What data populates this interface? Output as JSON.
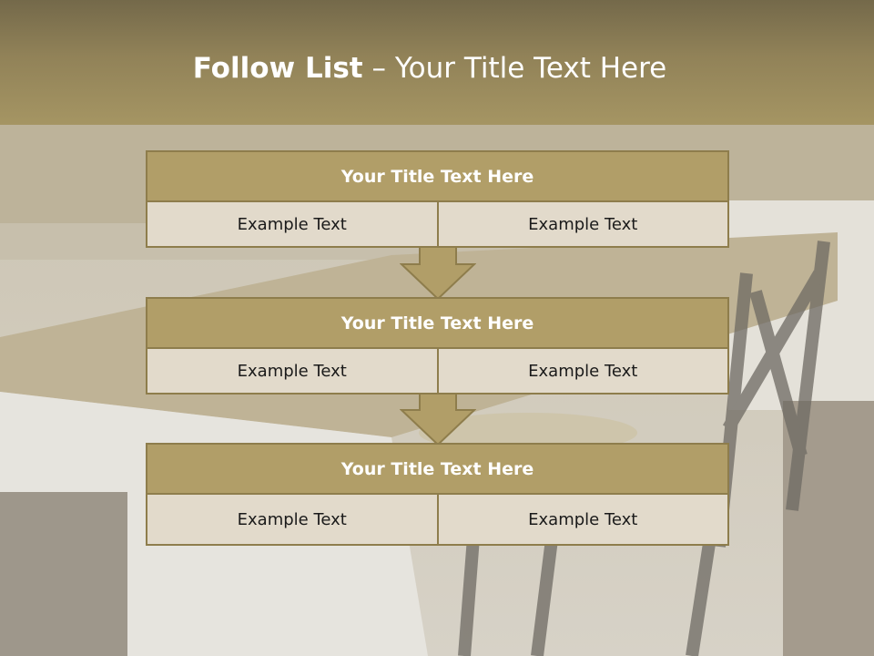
{
  "slide": {
    "title_bold": "Follow List",
    "title_rest": " – Your Title Text Here"
  },
  "blocks": [
    {
      "header": "Your Title Text Here",
      "left": "Example Text",
      "right": "Example Text"
    },
    {
      "header": "Your Title Text Here",
      "left": "Example Text",
      "right": "Example Text"
    },
    {
      "header": "Your Title Text Here",
      "left": "Example Text",
      "right": "Example Text"
    }
  ],
  "colors": {
    "title_band": "#918258",
    "header_fill": "#b19e68",
    "border": "#8e7d4c",
    "cell_fill": "#e2dacb",
    "arrow_fill": "#b19e68"
  }
}
